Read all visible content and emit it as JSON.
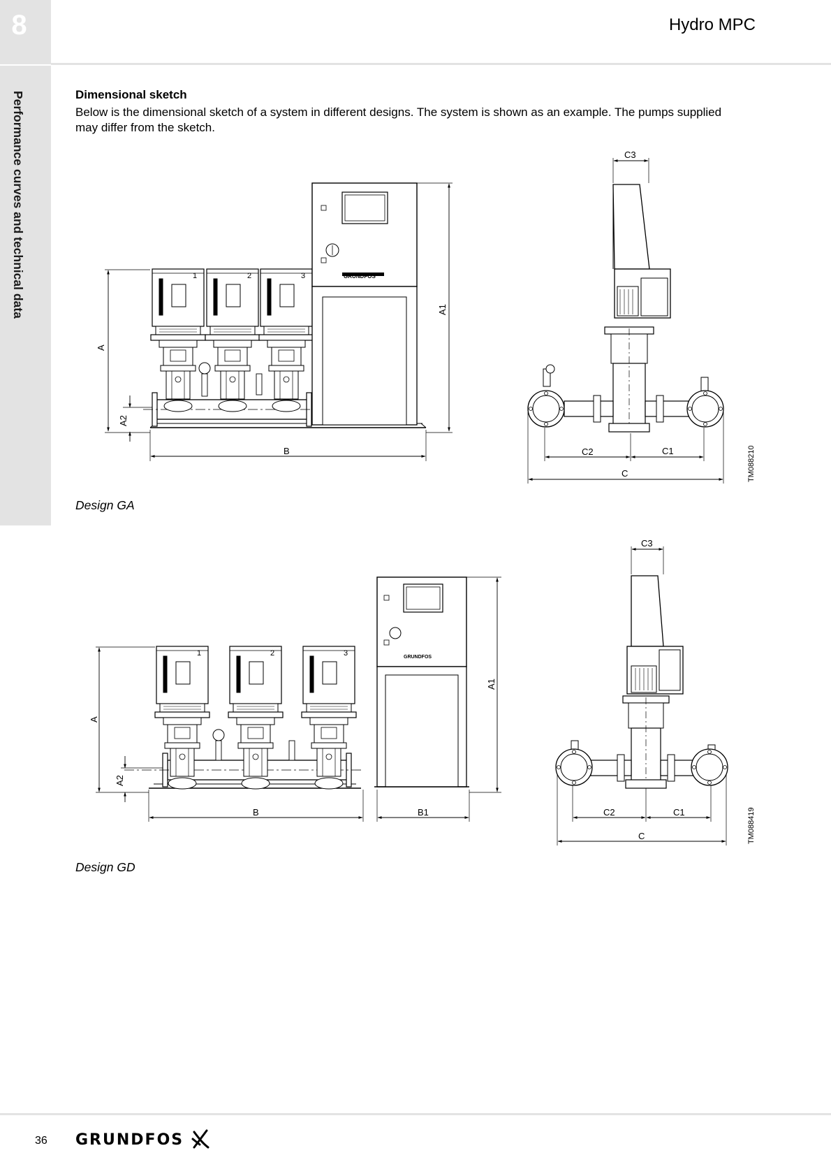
{
  "header": {
    "chapter_number": "8",
    "title": "Hydro MPC"
  },
  "sidebar": {
    "section_label": "Performance curves and technical data"
  },
  "content": {
    "heading": "Dimensional sketch",
    "intro": "Below is the dimensional sketch of a system in different designs. The system is shown as an example. The pumps supplied may differ from the sketch."
  },
  "figures": [
    {
      "caption": "Design GA",
      "drawing_number": "TM088210",
      "front_labels": {
        "A": "A",
        "A1": "A1",
        "A2": "A2",
        "B": "B"
      },
      "side_labels": {
        "C": "C",
        "C1": "C1",
        "C2": "C2",
        "C3": "C3"
      },
      "pump_numbers": [
        "1",
        "2",
        "3"
      ]
    },
    {
      "caption": "Design GD",
      "drawing_number": "TM088419",
      "front_labels": {
        "A": "A",
        "A1": "A1",
        "A2": "A2",
        "B": "B",
        "B1": "B1"
      },
      "side_labels": {
        "C": "C",
        "C1": "C1",
        "C2": "C2",
        "C3": "C3"
      },
      "pump_numbers": [
        "1",
        "2",
        "3"
      ]
    }
  ],
  "footer": {
    "page_number": "36",
    "brand": "GRUNDFOS"
  }
}
